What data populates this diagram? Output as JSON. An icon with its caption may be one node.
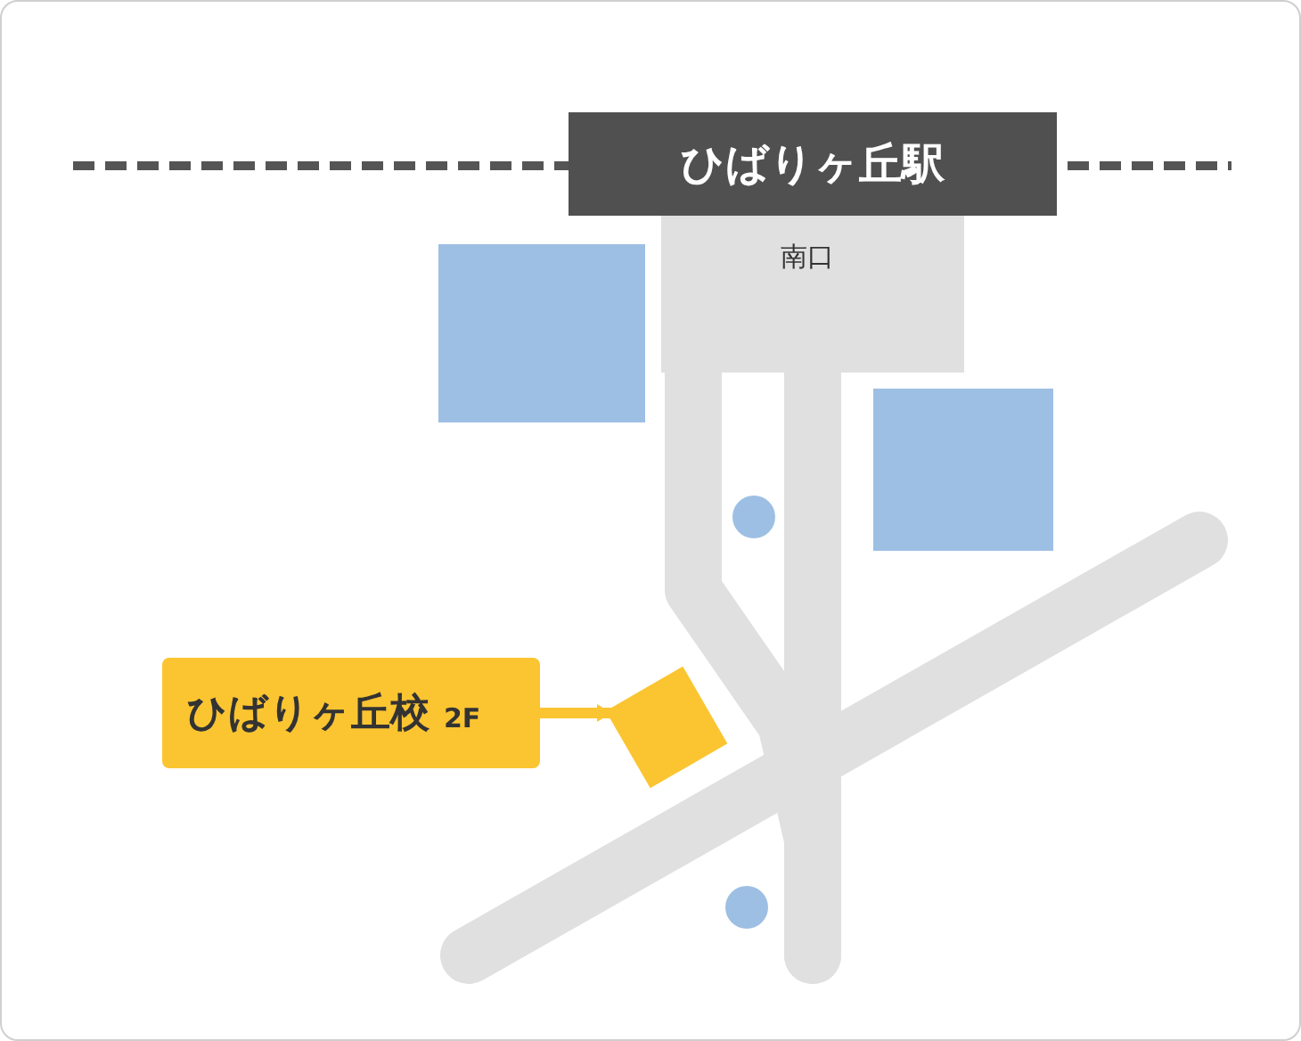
{
  "diagram": {
    "nodes": [
      {
        "text": [
          "ひばりヶ丘駅"
        ]
      },
      {
        "text": [],
        "shape": "box"
      },
      {
        "text": [],
        "shape": "box"
      },
      {
        "text": [],
        "shape": "circle"
      },
      {
        "text": [],
        "shape": "circle"
      },
      {
        "text": [
          "ひばりヶ丘校",
          "2F"
        ]
      },
      {
        "text": [],
        "shape": "box"
      }
    ],
    "edges": [
      {
        "from": 5,
        "to": 6,
        "arrow": "to"
      }
    ],
    "labels": [
      "南口"
    ]
  }
}
